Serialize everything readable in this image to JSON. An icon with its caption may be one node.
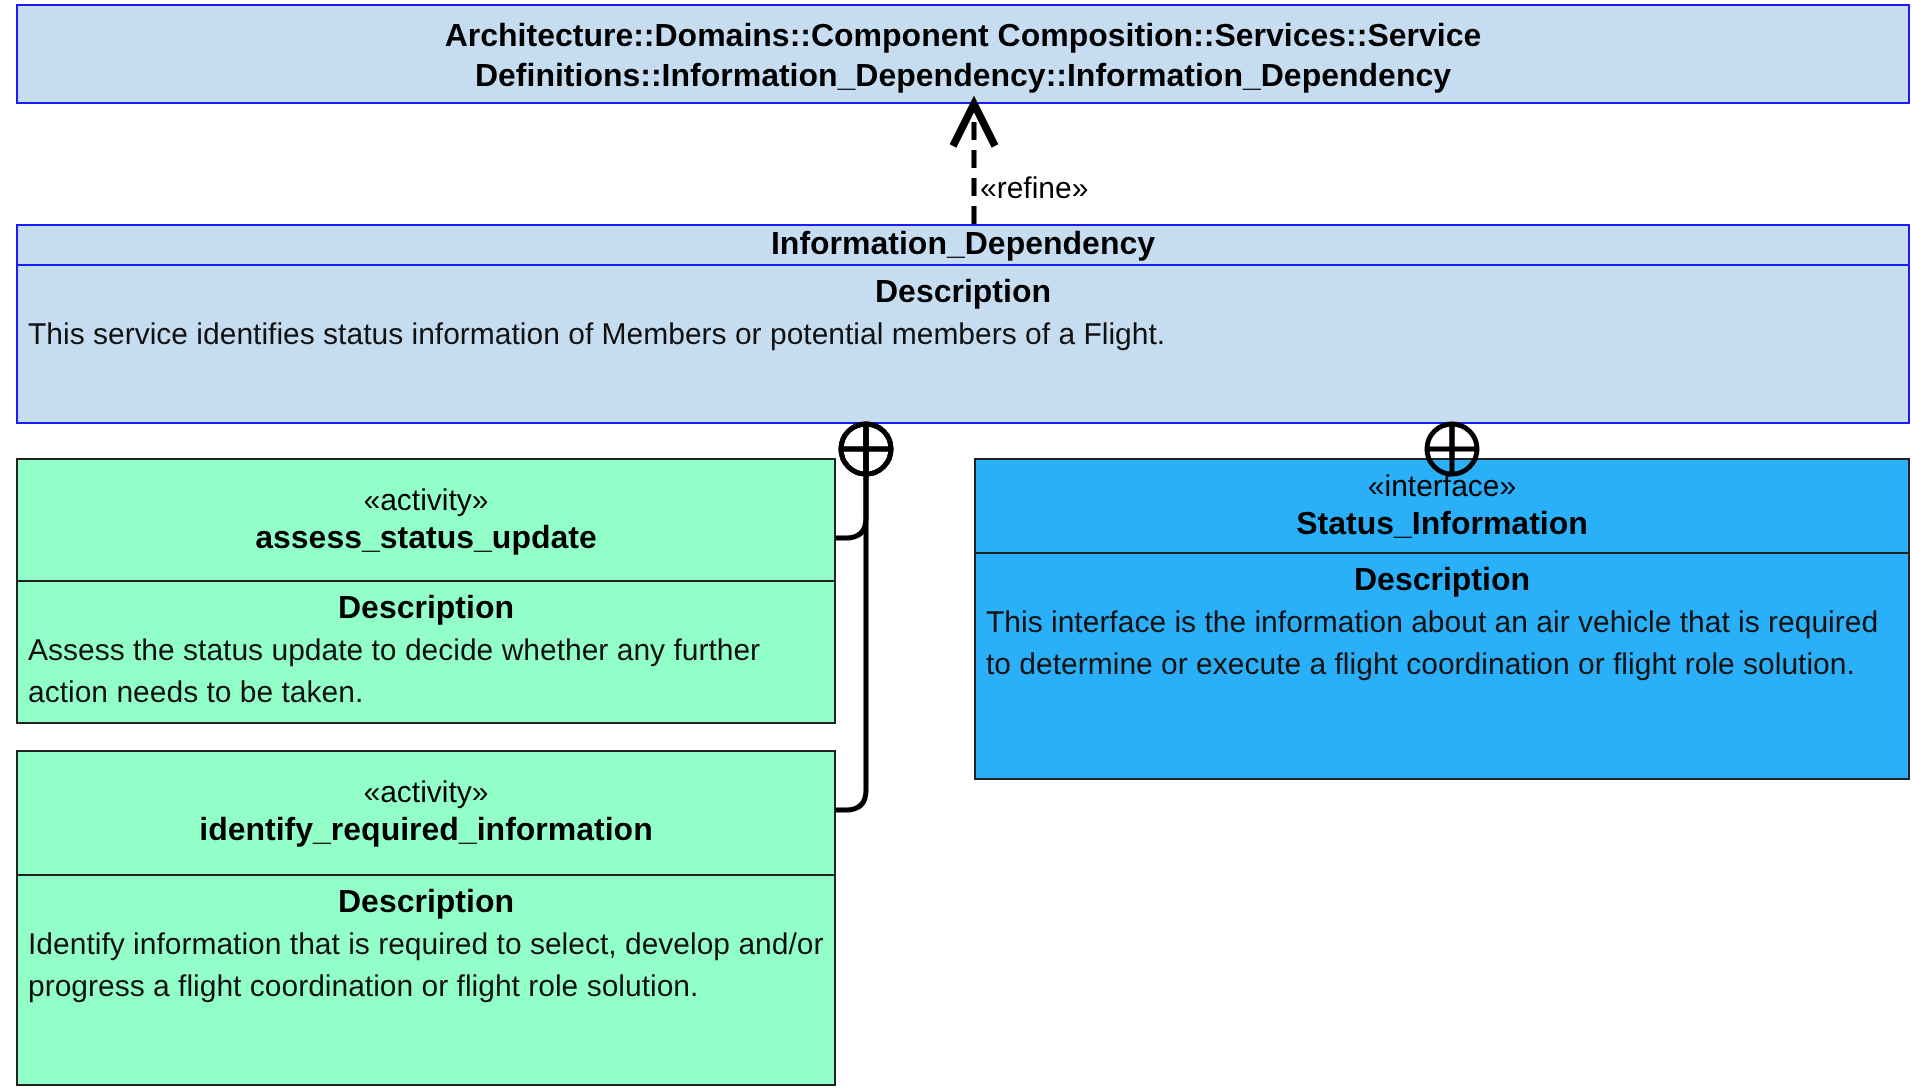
{
  "diagram": {
    "nodes": [
      {
        "text": [
          "Architecture::Domains::Component Composition::Services::Service Definitions::Information_Dependency::Information_Dependency"
        ]
      },
      {
        "text": [
          "Information_Dependency",
          "Description",
          "This service identifies status information of Members or potential members of a Flight."
        ]
      },
      {
        "text": [
          "«activity»",
          "assess_status_update",
          "Description",
          "Assess the status update to decide whether any further action needs to be taken."
        ]
      },
      {
        "text": [
          "«activity»",
          "identify_required_information",
          "Description",
          "Identify information that is required to select, develop and/or progress a flight coordination or flight role solution."
        ]
      },
      {
        "text": [
          "«interface»",
          "Status_Information",
          "Description",
          "This interface is the information about an air vehicle that is required to determine or execute a flight coordination or flight role solution."
        ]
      }
    ],
    "edges": [
      {
        "from": 1,
        "to": 0,
        "arrow": "to",
        "style": "dashed",
        "label": "«refine»"
      },
      {
        "from": 2,
        "to": 1,
        "arrow": "other"
      },
      {
        "from": 3,
        "to": 1,
        "arrow": "other"
      },
      {
        "from": 4,
        "to": 1,
        "arrow": "other"
      }
    ]
  }
}
